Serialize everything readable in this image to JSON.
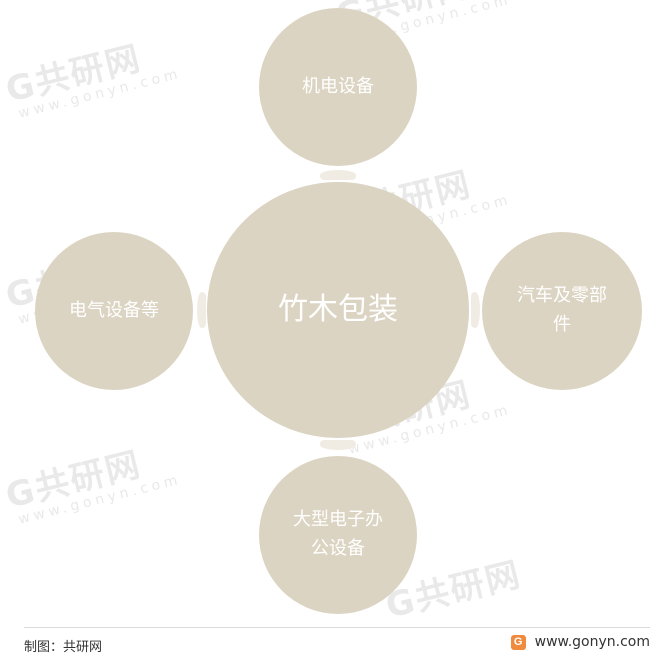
{
  "diagram": {
    "center": "竹木包装",
    "top": "机电设备",
    "left": "电气设备等",
    "right": [
      "汽车及零部",
      "件"
    ],
    "bottom": [
      "大型电子办",
      "公设备"
    ]
  },
  "watermark": {
    "logo": "G共研网",
    "url": "www.gonyn.com"
  },
  "footer": {
    "credit": "制图：共研网",
    "logo_icon": "G",
    "site": "www.gonyn.com"
  },
  "colors": {
    "circle_fill": "#dcd4c2",
    "circle_text": "#ffffff",
    "logo_accent": "#f08a3c"
  }
}
